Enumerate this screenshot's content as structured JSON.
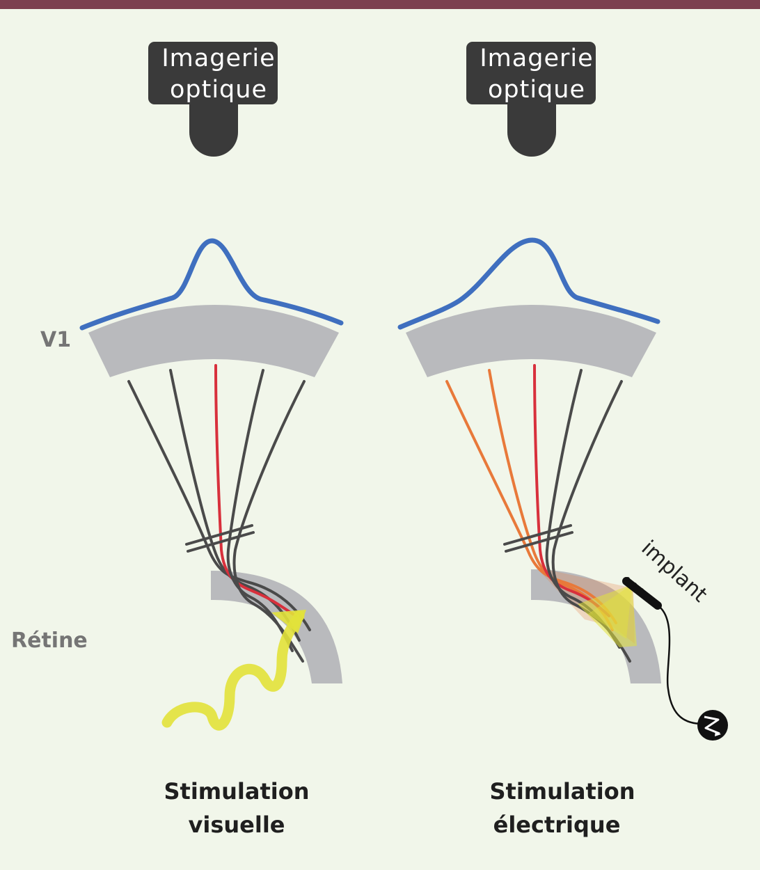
{
  "left_panel": {
    "camera_label_line1": "Imagerie",
    "camera_label_line2": "optique",
    "caption_line1": "Stimulation",
    "caption_line2": "visuelle"
  },
  "right_panel": {
    "camera_label_line1": "Imagerie",
    "camera_label_line2": "optique",
    "caption_line1": "Stimulation",
    "caption_line2": "électrique",
    "implant_label": "implant"
  },
  "labels": {
    "v1": "V1",
    "retina": "Rétine"
  },
  "colors": {
    "background": "#f1f6ea",
    "top_bar": "#7c4050",
    "camera": "#3a3a3a",
    "tissue": "#b9babd",
    "activity_curve": "#3f6fbf",
    "fiber_gray": "#4a4a4a",
    "fiber_red": "#d8303c",
    "fiber_orange": "#e8793a",
    "light_yellow": "#e2e23a"
  }
}
